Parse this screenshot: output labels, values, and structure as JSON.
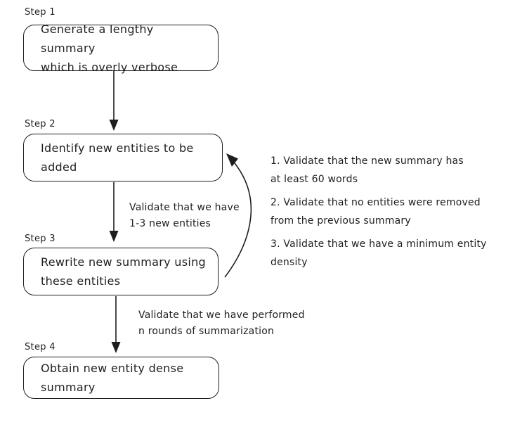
{
  "diagram": {
    "steps": [
      {
        "label": "Step 1",
        "text": "Generate a lengthy summary\nwhich is overly verbose"
      },
      {
        "label": "Step 2",
        "text": "Identify new entities to be\nadded"
      },
      {
        "label": "Step 3",
        "text": "Rewrite new summary using\nthese entities"
      },
      {
        "label": "Step 4",
        "text": "Obtain new entity dense\nsummary"
      }
    ],
    "edge_labels": [
      {
        "text": "Validate that we have\n1-3 new entities"
      },
      {
        "text": "Validate that we have performed\nn rounds of summarization"
      }
    ],
    "loop_notes": [
      {
        "text": "1. Validate that the new summary has\nat least 60 words"
      },
      {
        "text": "2. Validate that no entities were removed\nfrom the previous summary"
      },
      {
        "text": "3. Validate that we have a minimum entity\ndensity"
      }
    ],
    "colors": {
      "stroke": "#1e1e1e",
      "background": "#ffffff"
    }
  }
}
